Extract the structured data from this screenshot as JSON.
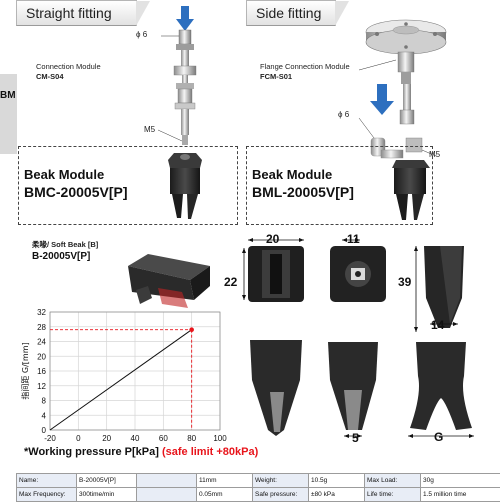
{
  "panels": {
    "straight": {
      "label": "Straight fitting",
      "phi": "ϕ 6",
      "module_name": "Connection Module",
      "module_code": "CM-S04",
      "thread": "M5",
      "beak_title": "Beak Module",
      "beak_model": "BMC-20005V[P]"
    },
    "side": {
      "label": "Side fitting",
      "phi": "ϕ 6",
      "module_name": "Flange Connection Module",
      "module_code": "FCM-S01",
      "thread": "M5",
      "beak_title": "Beak Module",
      "beak_model": "BML-20005V[P]"
    },
    "side_tab": "BM"
  },
  "soft_beak": {
    "label": "柔喙/ Soft Beak [B]",
    "model": "B-20005V[P]"
  },
  "dimensions": {
    "front_width": "20",
    "front_height": "22",
    "top_width": "11",
    "side_height": "39",
    "side_width": "14",
    "tip_gap": "5",
    "open_gap": "G"
  },
  "note": {
    "prefix": "*Working pressure P[kPa] ",
    "highlight": "(safe limit +80kPa)"
  },
  "chart_data": {
    "type": "line",
    "ylabel": "指间距 G/[mm]",
    "xlabel": "",
    "xlim": [
      -20,
      100
    ],
    "ylim": [
      0,
      32
    ],
    "x_ticks": [
      -20,
      0,
      20,
      40,
      60,
      80,
      100
    ],
    "y_ticks": [
      0,
      4,
      8,
      12,
      16,
      20,
      24,
      28,
      32
    ],
    "grid": true,
    "series": [
      {
        "x": [
          -20,
          80
        ],
        "y": [
          0,
          27.2
        ],
        "color": "#111111"
      }
    ],
    "marker": {
      "x": 80,
      "y": 27.2,
      "color": "#e8141b"
    }
  },
  "specs": {
    "rows": [
      [
        "Name:",
        "B-20005V[P]",
        "",
        "11mm",
        "Weight:",
        "10.5g",
        "Max Load:",
        "30g"
      ],
      [
        "Max Frequency:",
        "300time/min",
        "",
        "0.05mm",
        "Safe pressure:",
        "±80 kPa",
        "Life time:",
        "1.5 million time"
      ]
    ]
  }
}
